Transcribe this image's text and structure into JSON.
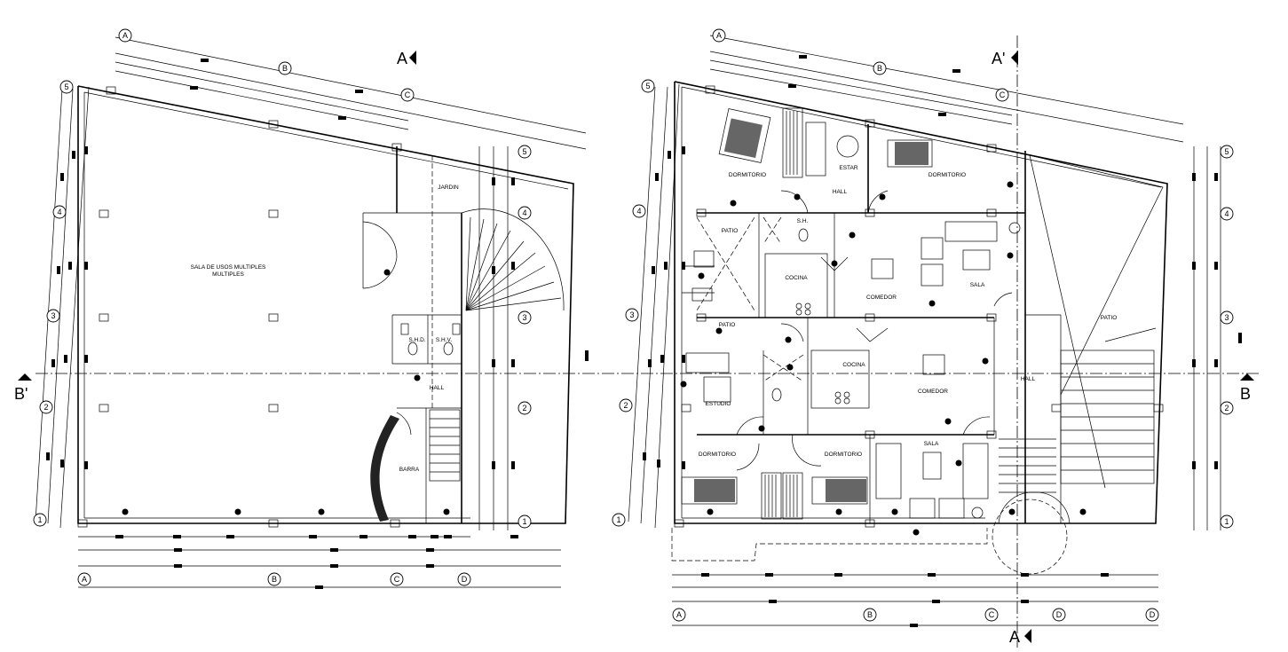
{
  "plan_left": {
    "rooms": {
      "sala": "SALA DE USOS MULTIPLES",
      "jardin": "JARDIN",
      "shd": "S.H.D.",
      "shv": "S.H.V.",
      "hall": "HALL",
      "barra": "BARRA"
    },
    "axes_x": [
      "A",
      "B",
      "C",
      "D"
    ],
    "axes_y": [
      "1",
      "2",
      "3",
      "4",
      "5"
    ]
  },
  "plan_right": {
    "rooms": {
      "dorm1": "DORMITORIO",
      "estar": "ESTAR",
      "dorm2": "DORMITORIO",
      "hall1": "HALL",
      "sh": "S.H.",
      "patio1": "PATIO",
      "cocina1": "COCINA",
      "comedor1": "COMEDOR",
      "sala1": "SALA",
      "patio2": "PATIO",
      "cocina2": "COCINA",
      "comedor2": "COMEDOR",
      "estudio": "ESTUDIO",
      "hall2": "HALL",
      "dorm3": "DORMITORIO",
      "dorm4": "DORMITORIO",
      "sala2": "SALA",
      "patio3": "PATIO"
    },
    "axes_x": [
      "A",
      "B",
      "C",
      "D",
      "D"
    ],
    "axes_y": [
      "1",
      "2",
      "3",
      "4",
      "5"
    ]
  },
  "section_marks": {
    "a_top_left": "A",
    "a_top_right": "A'",
    "a_bottom": "A",
    "b_left": "B'",
    "b_right": "B"
  }
}
